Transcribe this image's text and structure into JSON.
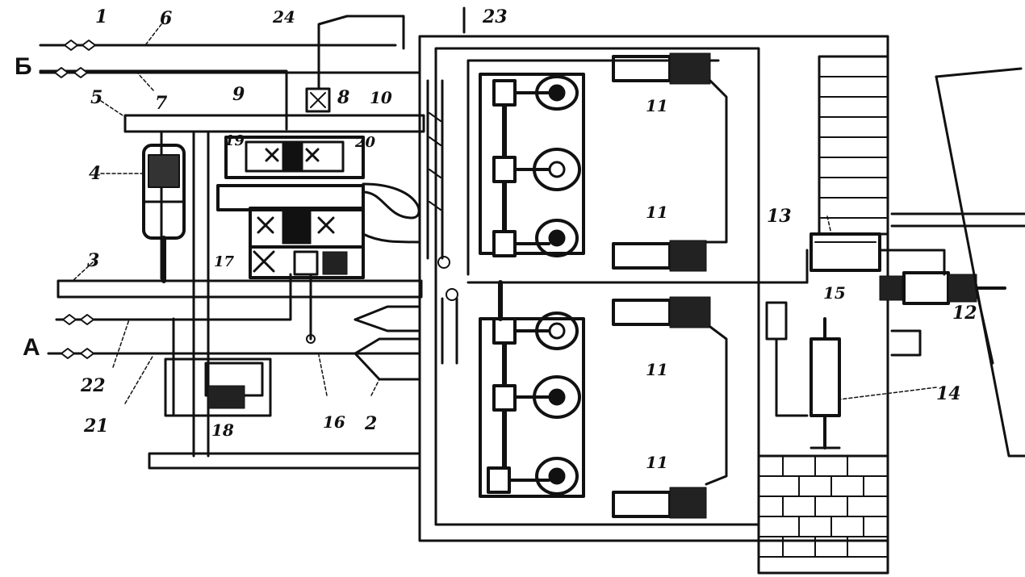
{
  "labels": {
    "A": "А",
    "B": "Б",
    "n1": "1",
    "n2": "2",
    "n3": "3",
    "n4": "4",
    "n5": "5",
    "n6": "6",
    "n7": "7",
    "n8": "8",
    "n9": "9",
    "n10": "10",
    "n11a": "11",
    "n11b": "11",
    "n11c": "11",
    "n11d": "11",
    "n12": "12",
    "n13": "13",
    "n14": "14",
    "n15": "15",
    "n16": "16",
    "n17": "17",
    "n18": "18",
    "n19": "19",
    "n20": "20",
    "n21": "21",
    "n22": "22",
    "n23": "23",
    "n24": "24"
  },
  "colors": {
    "ink": "#111111",
    "paper": "#ffffff"
  }
}
